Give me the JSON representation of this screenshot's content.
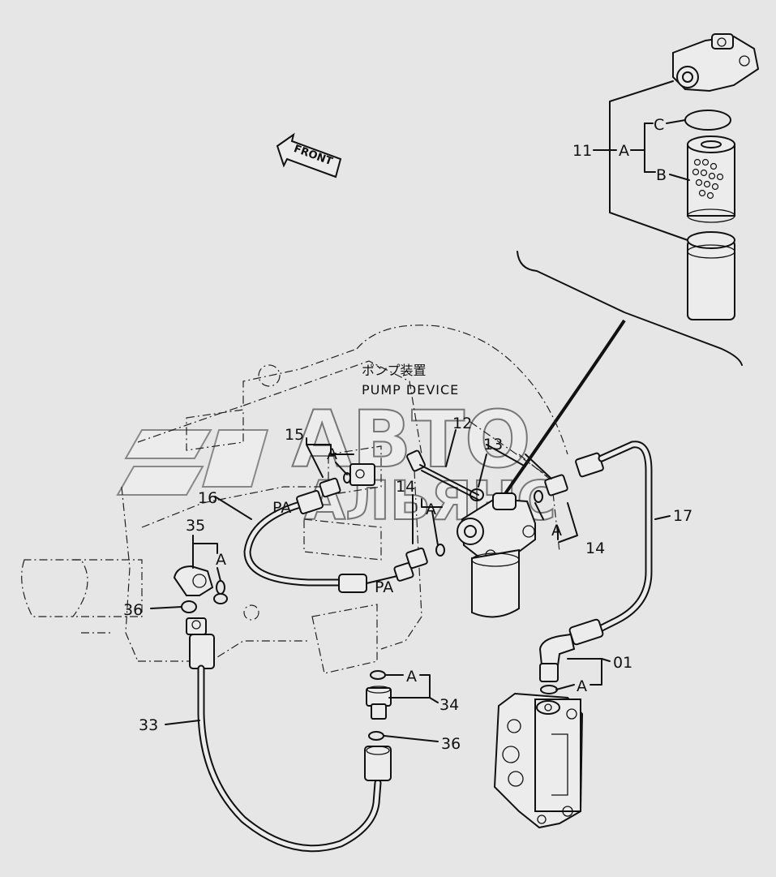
{
  "front_label": "FRONT",
  "device_title_jp": "ポンプ装置",
  "device_title_en": "PUMP DEVICE",
  "watermark_line1": "АВТО",
  "watermark_line2": "АЛЬЯНС",
  "callouts": {
    "p11": "11",
    "p12": "12",
    "p13": "13",
    "p14a": "14",
    "p14b": "14",
    "p15": "15",
    "p16": "16",
    "p17": "17",
    "p33": "33",
    "p34": "34",
    "p35": "35",
    "p36a": "36",
    "p36b": "36",
    "p01": "01"
  },
  "sub_labels": {
    "a_11": "A",
    "b_11": "B",
    "c_11": "C",
    "a_15": "A",
    "a_14": "A",
    "a_14b": "A",
    "a_35": "A",
    "a_34": "A",
    "a_01": "A",
    "pa_1": "PA",
    "pa_2": "PA"
  }
}
